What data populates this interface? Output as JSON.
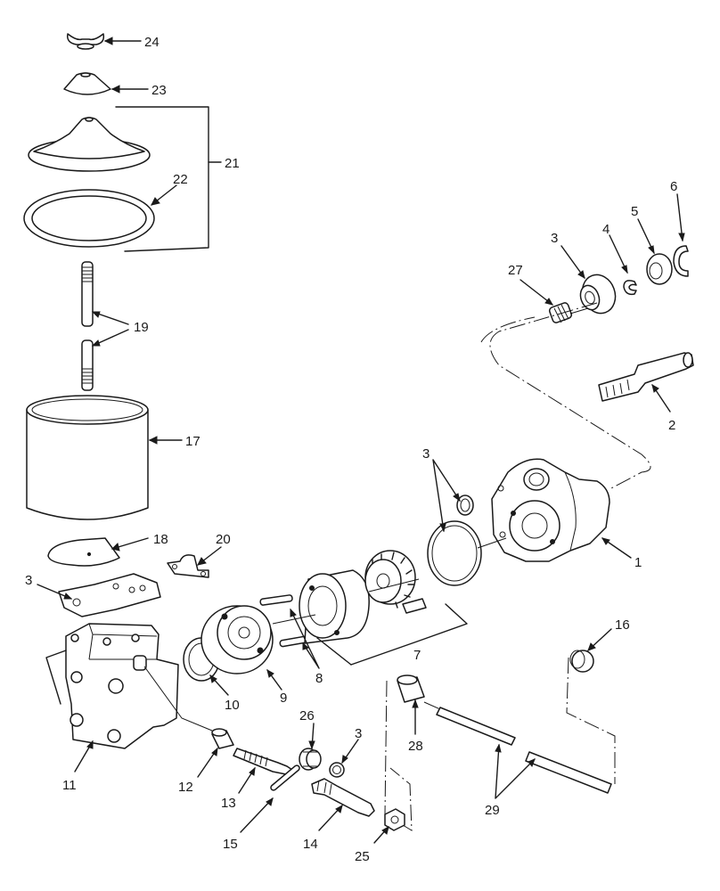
{
  "diagram": {
    "callouts": [
      {
        "id": "c24",
        "text": "24"
      },
      {
        "id": "c23",
        "text": "23"
      },
      {
        "id": "c21",
        "text": "21"
      },
      {
        "id": "c22",
        "text": "22"
      },
      {
        "id": "c19",
        "text": "19"
      },
      {
        "id": "c17",
        "text": "17"
      },
      {
        "id": "c18",
        "text": "18"
      },
      {
        "id": "c20",
        "text": "20"
      },
      {
        "id": "c3a",
        "text": "3"
      },
      {
        "id": "c11",
        "text": "11"
      },
      {
        "id": "c12",
        "text": "12"
      },
      {
        "id": "c13",
        "text": "13"
      },
      {
        "id": "c15",
        "text": "15"
      },
      {
        "id": "c14",
        "text": "14"
      },
      {
        "id": "c25",
        "text": "25"
      },
      {
        "id": "c26",
        "text": "26"
      },
      {
        "id": "c3b",
        "text": "3"
      },
      {
        "id": "c10",
        "text": "10"
      },
      {
        "id": "c9",
        "text": "9"
      },
      {
        "id": "c8",
        "text": "8"
      },
      {
        "id": "c7",
        "text": "7"
      },
      {
        "id": "c28",
        "text": "28"
      },
      {
        "id": "c29",
        "text": "29"
      },
      {
        "id": "c16",
        "text": "16"
      },
      {
        "id": "c1",
        "text": "1"
      },
      {
        "id": "c3c",
        "text": "3"
      },
      {
        "id": "c2",
        "text": "2"
      },
      {
        "id": "c27",
        "text": "27"
      },
      {
        "id": "c3d",
        "text": "3"
      },
      {
        "id": "c4",
        "text": "4"
      },
      {
        "id": "c5",
        "text": "5"
      },
      {
        "id": "c6",
        "text": "6"
      }
    ]
  }
}
